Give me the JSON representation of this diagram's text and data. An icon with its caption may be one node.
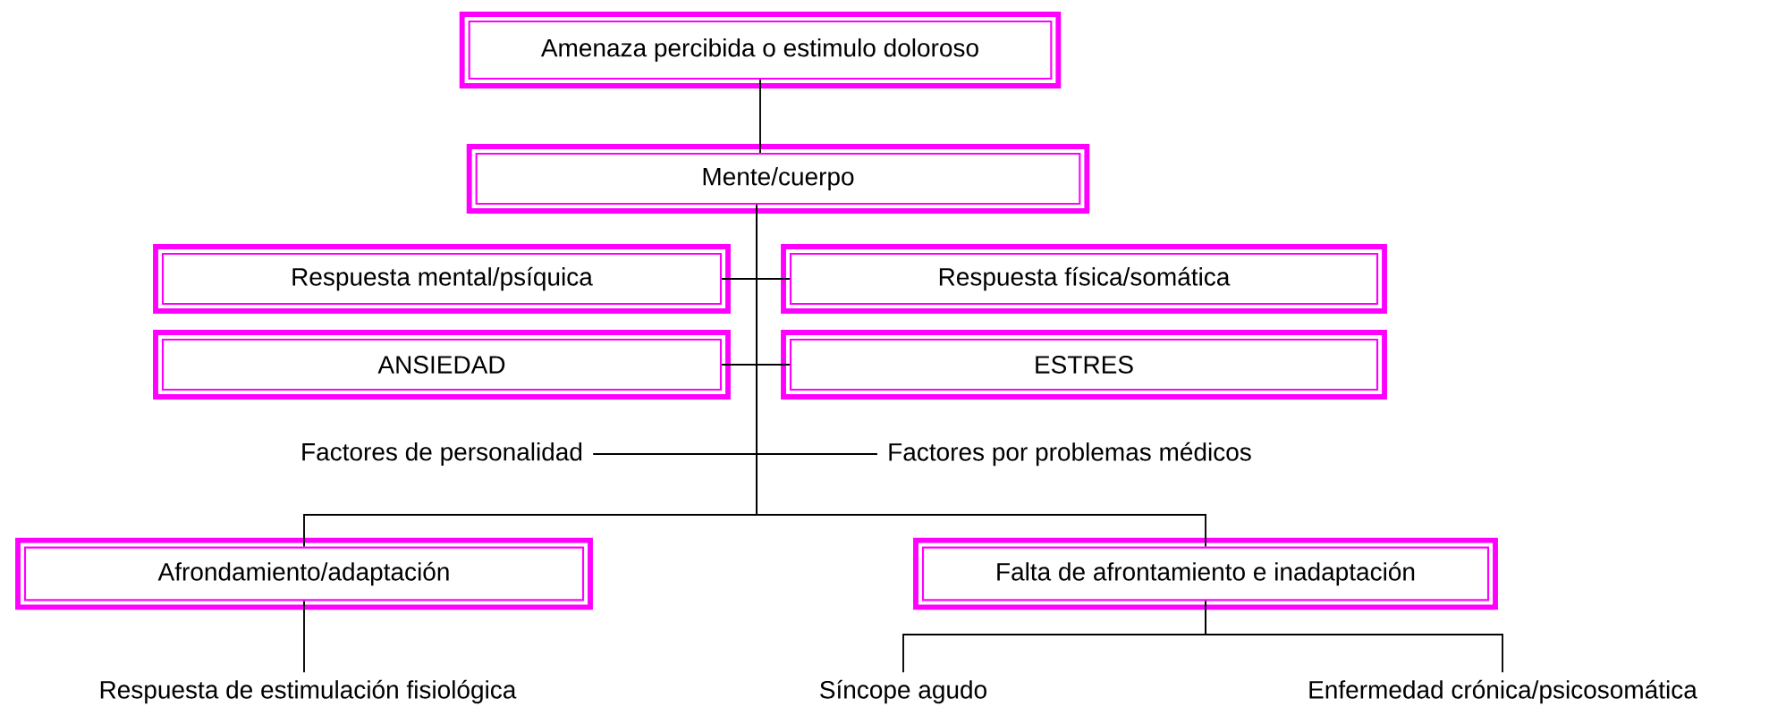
{
  "diagram": {
    "nodes": [
      {
        "text": [
          "Amenaza percibida o estimulo doloroso"
        ]
      },
      {
        "text": [
          "Mente/cuerpo"
        ]
      },
      {
        "text": [
          "Respuesta mental/psíquica"
        ]
      },
      {
        "text": [
          "Respuesta física/somática"
        ]
      },
      {
        "text": [
          "ANSIEDAD"
        ]
      },
      {
        "text": [
          "ESTRES"
        ]
      },
      {
        "text": [
          "Factores de personalidad"
        ]
      },
      {
        "text": [
          "Factores por problemas médicos"
        ]
      },
      {
        "text": [
          "Afrondamiento/adaptación"
        ]
      },
      {
        "text": [
          "Falta de afrontamiento e inadaptación"
        ]
      },
      {
        "text": [
          "Respuesta de estimulación fisiológica"
        ]
      },
      {
        "text": [
          "Síncope agudo"
        ]
      },
      {
        "text": [
          "Enfermedad crónica/psicosomática"
        ]
      }
    ],
    "edges": [
      {
        "from": 0,
        "to": 1,
        "arrow": "none"
      },
      {
        "from": 2,
        "to": 3,
        "arrow": "none"
      },
      {
        "from": 4,
        "to": 5,
        "arrow": "none"
      },
      {
        "from": 6,
        "to": 7,
        "arrow": "none"
      },
      {
        "from": 1,
        "to": 8,
        "arrow": "none"
      },
      {
        "from": 1,
        "to": 9,
        "arrow": "none"
      },
      {
        "from": 8,
        "to": 10,
        "arrow": "none"
      },
      {
        "from": 9,
        "to": 11,
        "arrow": "none"
      },
      {
        "from": 9,
        "to": 12,
        "arrow": "none"
      }
    ]
  }
}
